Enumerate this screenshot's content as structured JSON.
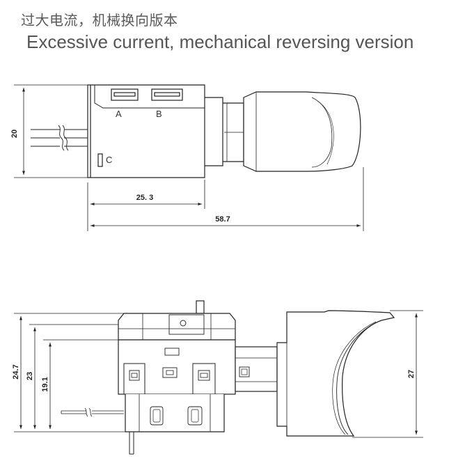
{
  "title_cn": "过大电流，机械换向版本",
  "title_en": "Excessive current, mechanical reversing version",
  "top_view": {
    "terminal_labels": [
      "A",
      "B",
      "C"
    ],
    "dimensions": {
      "height": "20",
      "body_length": "25. 3",
      "total_length": "58.7"
    }
  },
  "side_view": {
    "dimensions": {
      "overall_height": "24.7",
      "height_23": "23",
      "height_19_1": "19.1",
      "trigger_height": "27"
    }
  }
}
